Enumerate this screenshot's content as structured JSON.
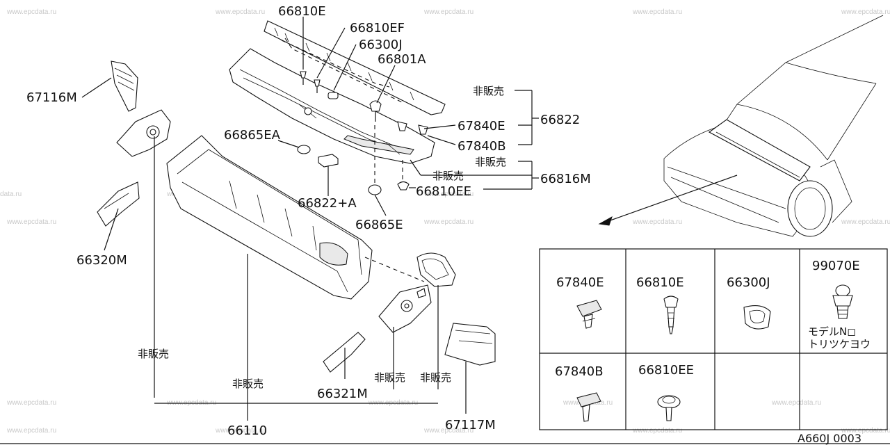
{
  "watermark": "www.epcdata.ru",
  "diagram_code": "A660J 0003",
  "labels": {
    "p66810E": "66810E",
    "p66810EF": "66810EF",
    "p66300J": "66300J",
    "p66801A": "66801A",
    "p67116M": "67116M",
    "p66865EA": "66865EA",
    "p66822A": "66822+A",
    "p66865E": "66865E",
    "p66320M": "66320M",
    "p67840E": "67840E",
    "p67840B": "67840B",
    "p66822": "66822",
    "p66816M": "66816M",
    "p66810EE": "66810EE",
    "p66321M": "66321M",
    "p66110": "66110",
    "p67117M": "67117M",
    "not_for_sale": "非販売"
  },
  "legend_table": {
    "cells": [
      {
        "code": "67840E"
      },
      {
        "code": "66810E"
      },
      {
        "code": "66300J"
      },
      {
        "code": "99070E",
        "note_line1": "モデルN◻",
        "note_line2": "トリツケヨウ"
      },
      {
        "code": "67840B"
      },
      {
        "code": "66810EE"
      },
      {
        "code": ""
      },
      {
        "code": ""
      }
    ]
  }
}
